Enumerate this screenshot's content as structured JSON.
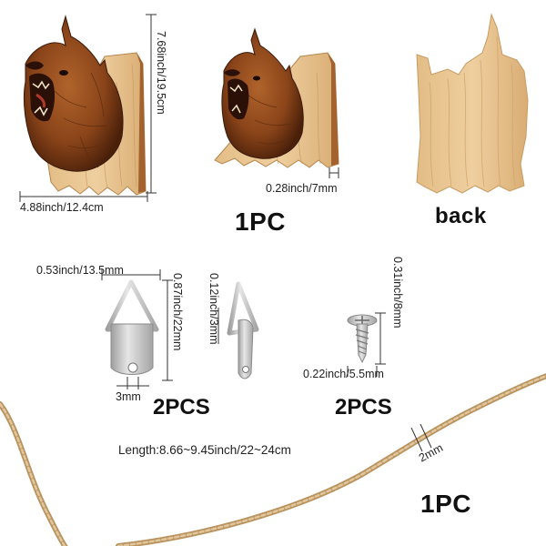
{
  "plaque_front": {
    "height_label": "7.68inch/19.5cm",
    "width_label": "4.88inch/12.4cm"
  },
  "plaque_side": {
    "thickness_label": "0.28inch/7mm",
    "quantity_label": "1PC"
  },
  "plaque_back": {
    "label": "back"
  },
  "hanger": {
    "width_label": "0.53inch/13.5mm",
    "height_label": "0.87inch/22mm",
    "thickness_label": "0.12inch/3mm",
    "hole_label": "3mm",
    "quantity_label": "2PCS"
  },
  "screw": {
    "length_label": "0.31inch/8mm",
    "diameter_label": "0.22inch/5.5mm",
    "quantity_label": "2PCS"
  },
  "twine": {
    "length_label": "Length:8.66~9.45inch/22~24cm",
    "thickness_label": "2mm",
    "quantity_label": "1PC"
  },
  "colors": {
    "wood_light": "#e9c796",
    "wood_grain": "#d3a56e",
    "burn_brown": "#7a3a14",
    "bear_dark": "#3a1a0a",
    "metal": "#c9c9c9",
    "twine": "#c8a67a"
  }
}
